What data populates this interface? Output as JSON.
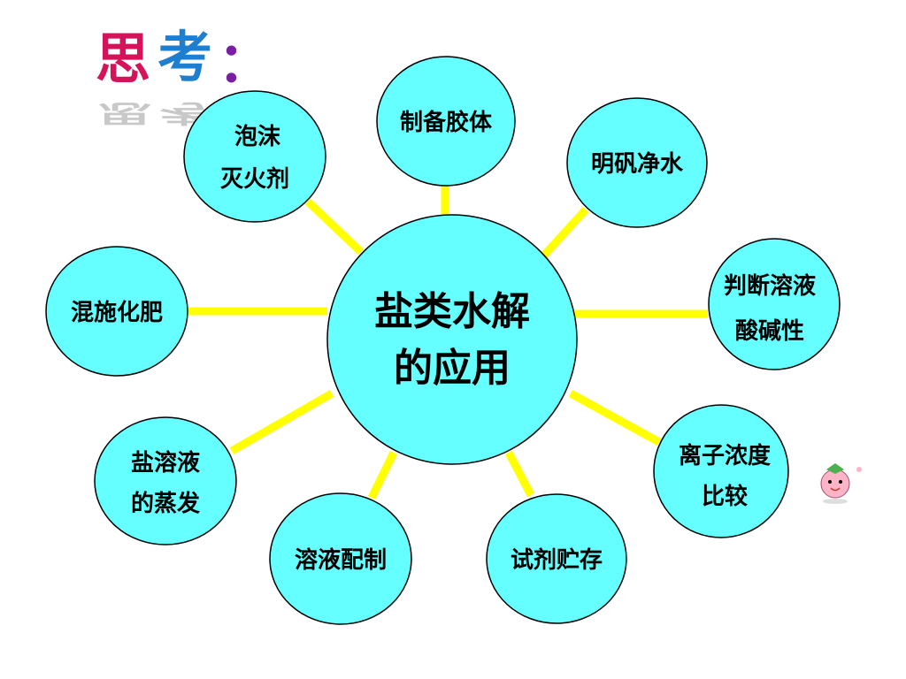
{
  "title": {
    "chars": [
      "思",
      "考",
      "："
    ],
    "colors": [
      "#d4145a",
      "#1e7fd0",
      "#7b1fa2"
    ]
  },
  "center": {
    "lines": [
      "盐类水解",
      "的应用"
    ]
  },
  "nodes": [
    {
      "lines": [
        "制备胶体"
      ]
    },
    {
      "lines": [
        "明矾净水"
      ]
    },
    {
      "lines": [
        "判断溶液",
        "酸碱性"
      ]
    },
    {
      "lines": [
        "离子浓度",
        "比较"
      ]
    },
    {
      "lines": [
        "试剂贮存"
      ]
    },
    {
      "lines": [
        "溶液配制"
      ]
    },
    {
      "lines": [
        "盐溶液",
        "的蒸发"
      ]
    },
    {
      "lines": [
        "混施化肥"
      ]
    },
    {
      "lines": [
        "泡沫",
        "灭火剂"
      ]
    }
  ],
  "colors": {
    "bubble_fill": "#66ffff",
    "connector": "#ffff00",
    "outline": "#000000"
  },
  "mascot": {
    "icon": "smiling-peach-icon"
  }
}
